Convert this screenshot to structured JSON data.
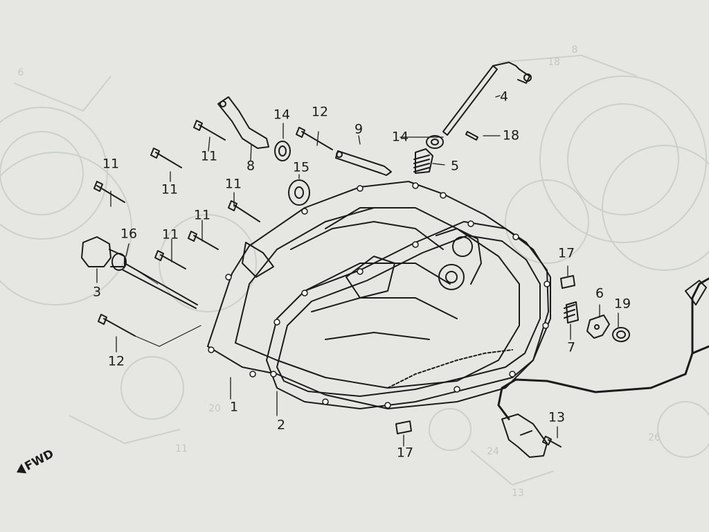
{
  "diagram": {
    "callouts": [
      {
        "id": "c1",
        "text": "1"
      },
      {
        "id": "c2",
        "text": "2"
      },
      {
        "id": "c3",
        "text": "3"
      },
      {
        "id": "c4",
        "text": "4"
      },
      {
        "id": "c5",
        "text": "5"
      },
      {
        "id": "c6",
        "text": "6"
      },
      {
        "id": "c7",
        "text": "7"
      },
      {
        "id": "c8",
        "text": "8"
      },
      {
        "id": "c9",
        "text": "9"
      },
      {
        "id": "c11a",
        "text": "11"
      },
      {
        "id": "c11b",
        "text": "11"
      },
      {
        "id": "c11c",
        "text": "11"
      },
      {
        "id": "c11d",
        "text": "11"
      },
      {
        "id": "c11e",
        "text": "11"
      },
      {
        "id": "c11f",
        "text": "11"
      },
      {
        "id": "c12a",
        "text": "12"
      },
      {
        "id": "c12b",
        "text": "12"
      },
      {
        "id": "c13",
        "text": "13"
      },
      {
        "id": "c14a",
        "text": "14"
      },
      {
        "id": "c14b",
        "text": "14"
      },
      {
        "id": "c15",
        "text": "15"
      },
      {
        "id": "c16",
        "text": "16"
      },
      {
        "id": "c17a",
        "text": "17"
      },
      {
        "id": "c17b",
        "text": "17"
      },
      {
        "id": "c18",
        "text": "18"
      },
      {
        "id": "c19",
        "text": "19"
      }
    ],
    "direction_label": "FWD",
    "ghost_numbers": [
      "6",
      "18",
      "8",
      "20",
      "11",
      "26",
      "24",
      "13"
    ],
    "colors": {
      "paper": "#e6e7e2",
      "ink": "#1b1b1b",
      "bleed_through": "#c4c7c0"
    }
  }
}
